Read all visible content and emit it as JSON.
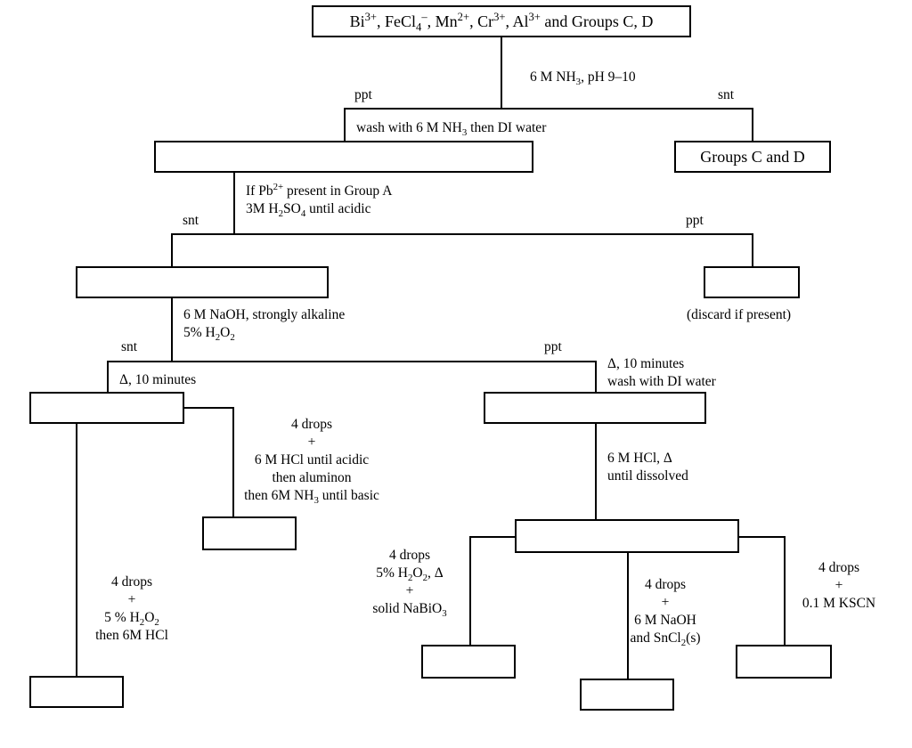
{
  "title_box": {
    "parts": [
      {
        "t": "Bi"
      },
      {
        "sup": "3+"
      },
      {
        "t": ", FeCl"
      },
      {
        "sub": "4"
      },
      {
        "sup": "–"
      },
      {
        "t": ", Mn"
      },
      {
        "sup": "2+"
      },
      {
        "t": ", Cr"
      },
      {
        "sup": "3+"
      },
      {
        "t": ", Al"
      },
      {
        "sup": "3+"
      },
      {
        "t": " and Groups C, D"
      }
    ]
  },
  "step1": {
    "reagent": [
      {
        "t": "6 M NH"
      },
      {
        "sub": "3"
      },
      {
        "t": ", pH 9–10"
      }
    ],
    "ppt_label": "ppt",
    "snt_label": "snt",
    "wash": [
      {
        "t": "wash with 6 M NH"
      },
      {
        "sub": "3"
      },
      {
        "t": " then DI water"
      }
    ],
    "groups_cd_box": "Groups C and D"
  },
  "step2": {
    "cond_line1": [
      {
        "t": "If Pb"
      },
      {
        "sup": "2+"
      },
      {
        "t": " present in Group A"
      }
    ],
    "cond_line2": [
      {
        "t": "3M H"
      },
      {
        "sub": "2"
      },
      {
        "t": "SO"
      },
      {
        "sub": "4"
      },
      {
        "t": " until acidic"
      }
    ],
    "snt_label": "snt",
    "ppt_label": "ppt",
    "discard_note": "(discard if present)"
  },
  "step3": {
    "reagent_line1": "6 M NaOH, strongly alkaline",
    "reagent_line2": [
      {
        "t": "5% H"
      },
      {
        "sub": "2"
      },
      {
        "t": "O"
      },
      {
        "sub": "2"
      }
    ],
    "snt_label": "snt",
    "ppt_label": "ppt",
    "heat_left": "Δ, 10 minutes",
    "heat_right_line1": "Δ, 10 minutes",
    "heat_right_line2": "wash with DI water"
  },
  "aluminum_test": {
    "lines": [
      [
        {
          "t": "4 drops"
        }
      ],
      [
        {
          "t": "+"
        }
      ],
      [
        {
          "t": "6 M HCl until acidic"
        }
      ],
      [
        {
          "t": "then aluminon"
        }
      ],
      [
        {
          "t": "then 6M NH"
        },
        {
          "sub": "3"
        },
        {
          "t": " until basic"
        }
      ]
    ]
  },
  "chromium_test": {
    "lines": [
      [
        {
          "t": "4 drops"
        }
      ],
      [
        {
          "t": "+"
        }
      ],
      [
        {
          "t": "5 % H"
        },
        {
          "sub": "2"
        },
        {
          "t": "O"
        },
        {
          "sub": "2"
        }
      ],
      [
        {
          "t": "then 6M HCl"
        }
      ]
    ]
  },
  "dissolve": {
    "line1": "6 M HCl, Δ",
    "line2": "until dissolved"
  },
  "manganese_test": {
    "lines": [
      [
        {
          "t": "4 drops"
        }
      ],
      [
        {
          "t": "5% H"
        },
        {
          "sub": "2"
        },
        {
          "t": "O"
        },
        {
          "sub": "2"
        },
        {
          "t": ", Δ"
        }
      ],
      [
        {
          "t": "+"
        }
      ],
      [
        {
          "t": "solid NaBiO"
        },
        {
          "sub": "3"
        }
      ]
    ]
  },
  "bismuth_test": {
    "lines": [
      [
        {
          "t": "4 drops"
        }
      ],
      [
        {
          "t": "+"
        }
      ],
      [
        {
          "t": "6 M NaOH"
        }
      ],
      [
        {
          "t": "and SnCl"
        },
        {
          "sub": "2"
        },
        {
          "t": "(s)"
        }
      ]
    ]
  },
  "iron_test": {
    "lines": [
      [
        {
          "t": "4 drops"
        }
      ],
      [
        {
          "t": "+"
        }
      ],
      [
        {
          "t": "0.1 M KSCN"
        }
      ]
    ]
  }
}
